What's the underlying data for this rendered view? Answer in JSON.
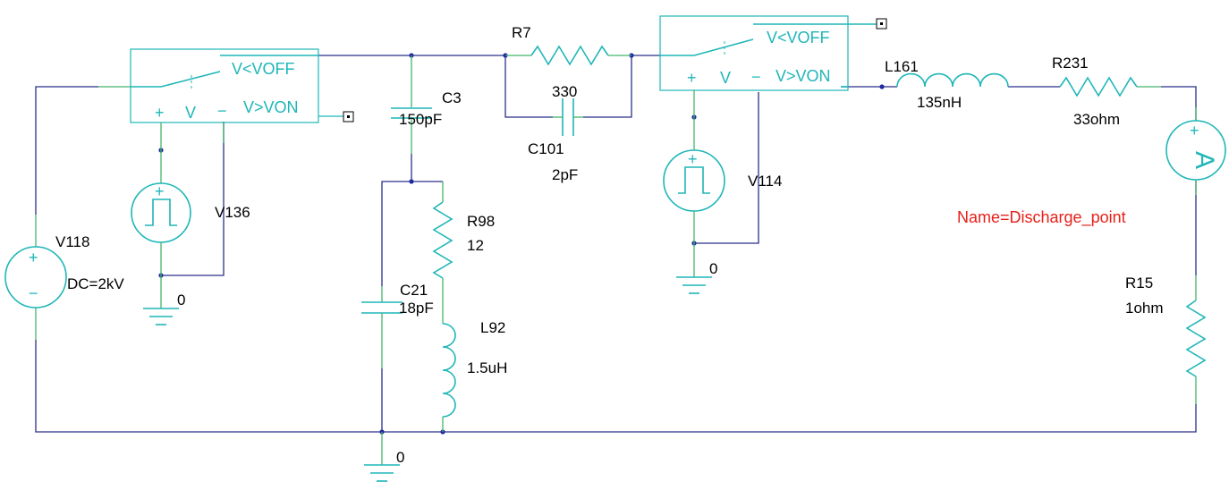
{
  "components": {
    "v118": {
      "ref": "V118",
      "value": "DC=2kV",
      "plus": "+",
      "minus": "−"
    },
    "v136": {
      "ref": "V136",
      "plus": "+"
    },
    "v114": {
      "ref": "V114",
      "plus": "+"
    },
    "sw1": {
      "voff": "V<VOFF",
      "von": "V>VON",
      "plus": "+",
      "v": "V",
      "minus": "−"
    },
    "sw2": {
      "voff": "V<VOFF",
      "von": "V>VON",
      "plus": "+",
      "v": "V",
      "minus": "−"
    },
    "c3": {
      "ref": "C3",
      "value": "150pF"
    },
    "r7": {
      "ref": "R7",
      "value": "330"
    },
    "c101": {
      "ref": "C101",
      "value": "2pF"
    },
    "r98": {
      "ref": "R98",
      "value": "12"
    },
    "c21": {
      "ref": "C21",
      "value": "18pF"
    },
    "l92": {
      "ref": "L92",
      "value": "1.5uH"
    },
    "l161": {
      "ref": "L161",
      "value": "135nH"
    },
    "r231": {
      "ref": "R231",
      "value": "33ohm"
    },
    "r15": {
      "ref": "R15",
      "value": "1ohm"
    },
    "ammeter": {
      "symbol": "A",
      "plus": "+"
    }
  },
  "grounds": {
    "g1": "0",
    "g2": "0",
    "g3": "0"
  },
  "annotation": "Name=Discharge_point",
  "colors": {
    "wire": "#2a2f8a",
    "component": "#1fb6b8",
    "annotation": "#e8201a"
  }
}
